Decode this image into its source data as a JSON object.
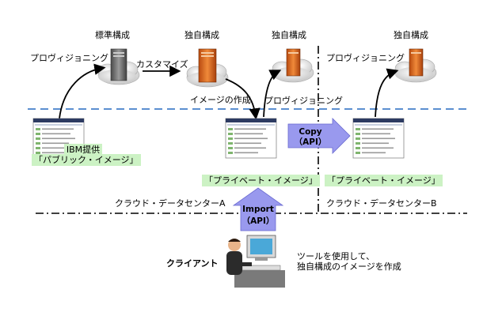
{
  "headers": {
    "standard": "標準構成",
    "custom1": "独自構成",
    "custom2": "独自構成",
    "custom3": "独自構成"
  },
  "labels": {
    "provisioning1": "プロヴィジョニング",
    "customize": "カスタマイズ",
    "create_image": "イメージの作成",
    "provisioning2": "プロヴィジョニング",
    "provisioning3": "プロヴィジョニング",
    "ibm_line1": "IBM提供",
    "ibm_line2": "「パブリック・イメージ」",
    "private_a": "「プライベート・イメージ」",
    "private_b": "「プライベート・イメージ」",
    "dc_a": "クラウド・データセンターA",
    "dc_b": "クラウド・データセンターB",
    "client": "クライアント",
    "tool_line1": "ツールを使用して、",
    "tool_line2": "独自構成のイメージを作成"
  },
  "arrows": {
    "copy_line1": "Copy",
    "copy_line2": "（API）",
    "import_line1": "Import",
    "import_line2": "（API）"
  },
  "colors": {
    "label_bg": "#ccf2c4",
    "arrow_fill": "#9999ee",
    "dashed_line": "#5b8fd0",
    "server_orange": "#e06a1c",
    "server_gray": "#6e6e6e"
  }
}
